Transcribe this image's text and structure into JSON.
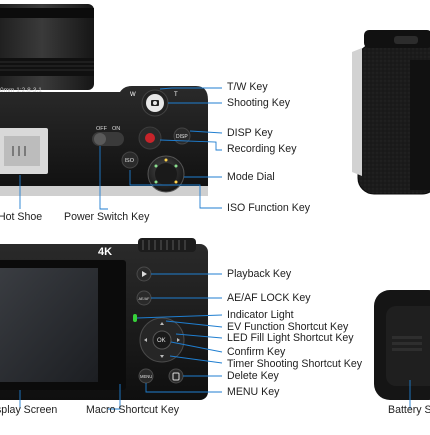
{
  "product": {
    "badge_4k": "4K",
    "lens_text": "0mm  1:2.8-3.1",
    "top_buttons": {
      "w": "W",
      "t": "T",
      "off": "OFF",
      "on": "ON",
      "disp": "DISP",
      "iso": "ISO",
      "menu": "MENU",
      "ok": "OK",
      "ae_af": "AE/AF"
    }
  },
  "labels": {
    "tw_key": "T/W Key",
    "shooting_key": "Shooting Key",
    "disp_key": "DISP Key",
    "recording_key": "Recording Key",
    "mode_dial": "Mode Dial",
    "hot_shoe": "Hot Shoe",
    "power_switch_key": "Power Switch Key",
    "iso_function_key": "ISO Function Key",
    "playback_key": "Playback Key",
    "ae_af_lock_key": "AE/AF LOCK Key",
    "indicator_light": "Indicator Light",
    "ev_function_shortcut_key": "EV Function Shortcut Key",
    "led_fill_light_shortcut_key": "LED Fill Light Shortcut Key",
    "confirm_key": "Confirm Key",
    "timer_shooting_shortcut_key": "Timer Shooting Shortcut Key",
    "delete_key": "Delete Key",
    "menu_key": "MENU Key",
    "display_screen": "Display Screen",
    "macro_shortcut_key": "Macro Shortcut Key",
    "battery": "Battery S"
  },
  "colors": {
    "body": "#151515",
    "leader": "#1f7ed0",
    "record": "#c8242a",
    "indicator": "#37d13a"
  }
}
